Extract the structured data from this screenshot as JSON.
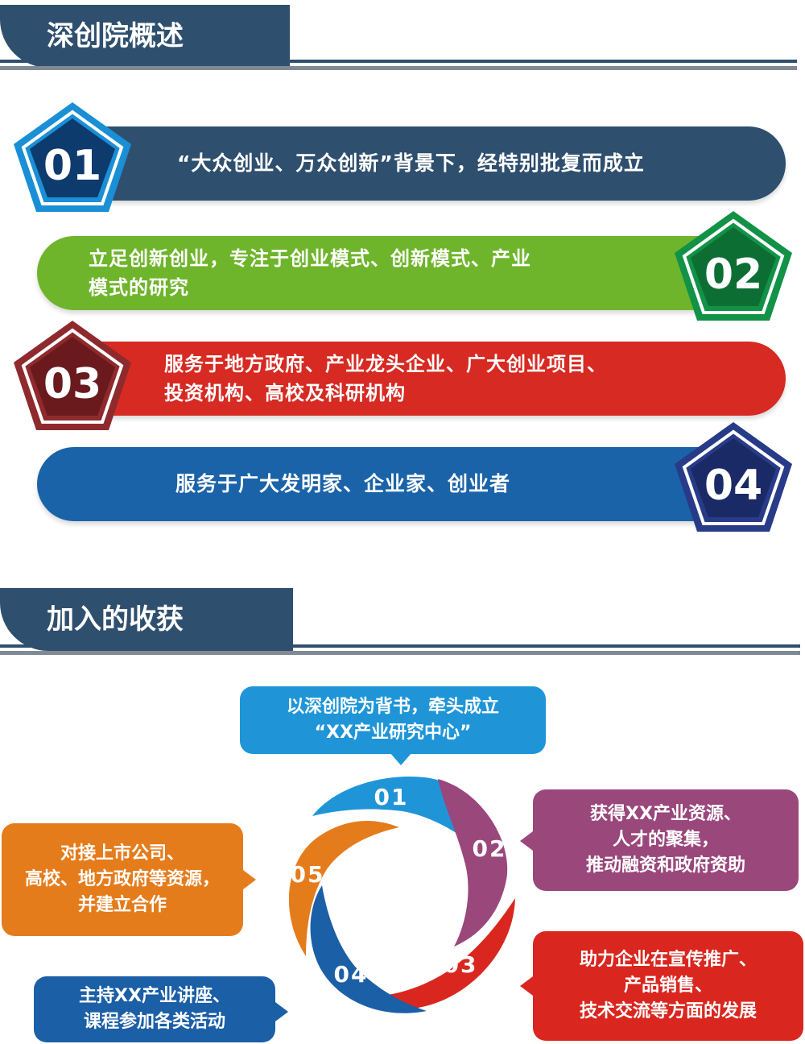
{
  "sections": {
    "overview_title": "深创院概述",
    "gains_title": "加入的收获"
  },
  "overview_items": [
    {
      "num": "01",
      "text": "“大众创业、万众创新”背景下，经特别批复而成立",
      "color": "#2f4f6e",
      "badge_color": "#1a8fd6"
    },
    {
      "num": "02",
      "text_line1": "立足创新创业，专注于创业模式、创新模式、产业",
      "text_line2": "模式的研究",
      "color": "#6fb52c",
      "badge_color": "#129247"
    },
    {
      "num": "03",
      "text_line1": "服务于地方政府、产业龙头企业、广大创业项目、",
      "text_line2": "投资机构、高校及科研机构",
      "color": "#d62a22",
      "badge_color": "#8e2a2d"
    },
    {
      "num": "04",
      "text": "服务于广大发明家、企业家、创业者",
      "color": "#1b63a8",
      "badge_color": "#283b88"
    }
  ],
  "cycle": {
    "segments": [
      {
        "num": "01",
        "color": "#1f95d8"
      },
      {
        "num": "02",
        "color": "#9a477c"
      },
      {
        "num": "03",
        "color": "#d9271f"
      },
      {
        "num": "04",
        "color": "#1b5fa6"
      },
      {
        "num": "05",
        "color": "#e57c1c"
      }
    ]
  },
  "bubbles": {
    "b01": {
      "line1": "以深创院为背书，牵头成立",
      "line2": "“XX产业研究中心”",
      "color": "#1f95d8"
    },
    "b02": {
      "line1": "获得XX产业资源、",
      "line2": "人才的聚集，",
      "line3": "推动融资和政府资助",
      "color": "#9a477c"
    },
    "b03": {
      "line1": "助力企业在宣传推广、",
      "line2": "产品销售、",
      "line3": "技术交流等方面的发展",
      "color": "#d9271f"
    },
    "b04": {
      "line1": "主持XX产业讲座、",
      "line2": "课程参加各类活动",
      "color": "#1b5fa6"
    },
    "b05": {
      "line1": "对接上市公司、",
      "line2": "高校、地方政府等资源，",
      "line3": "并建立合作",
      "color": "#e57c1c"
    }
  }
}
